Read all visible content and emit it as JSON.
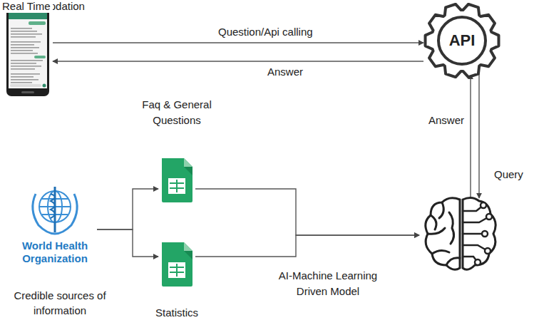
{
  "diagram": {
    "nodes": [
      {
        "text": []
      },
      {
        "text": [
          "API"
        ]
      },
      {
        "text": [
          "World Health Organization",
          "Credible sources of information"
        ]
      },
      {
        "text": [
          "Faq & General Questions"
        ]
      },
      {
        "text": [
          "Statistics"
        ]
      },
      {
        "text": [
          "AI-Machine Learning Driven Model"
        ]
      }
    ],
    "edges": [
      {
        "from": 0,
        "to": 1,
        "label": "Question/Api calling",
        "arrow": "to"
      },
      {
        "from": 1,
        "to": 0,
        "label": "Answer",
        "arrow": "to"
      },
      {
        "from": 5,
        "to": 1,
        "label": "Answer",
        "arrow": "to"
      },
      {
        "from": 1,
        "to": 5,
        "label": "Query",
        "arrow": "to"
      },
      {
        "from": 2,
        "to": 3,
        "arrow": "to"
      },
      {
        "from": 2,
        "to": 4,
        "arrow": "to"
      },
      {
        "from": 3,
        "to": 5,
        "label": "Periodic updation",
        "arrow": "to"
      },
      {
        "from": 4,
        "to": 5,
        "label": "Real Time",
        "arrow": "to"
      }
    ]
  }
}
